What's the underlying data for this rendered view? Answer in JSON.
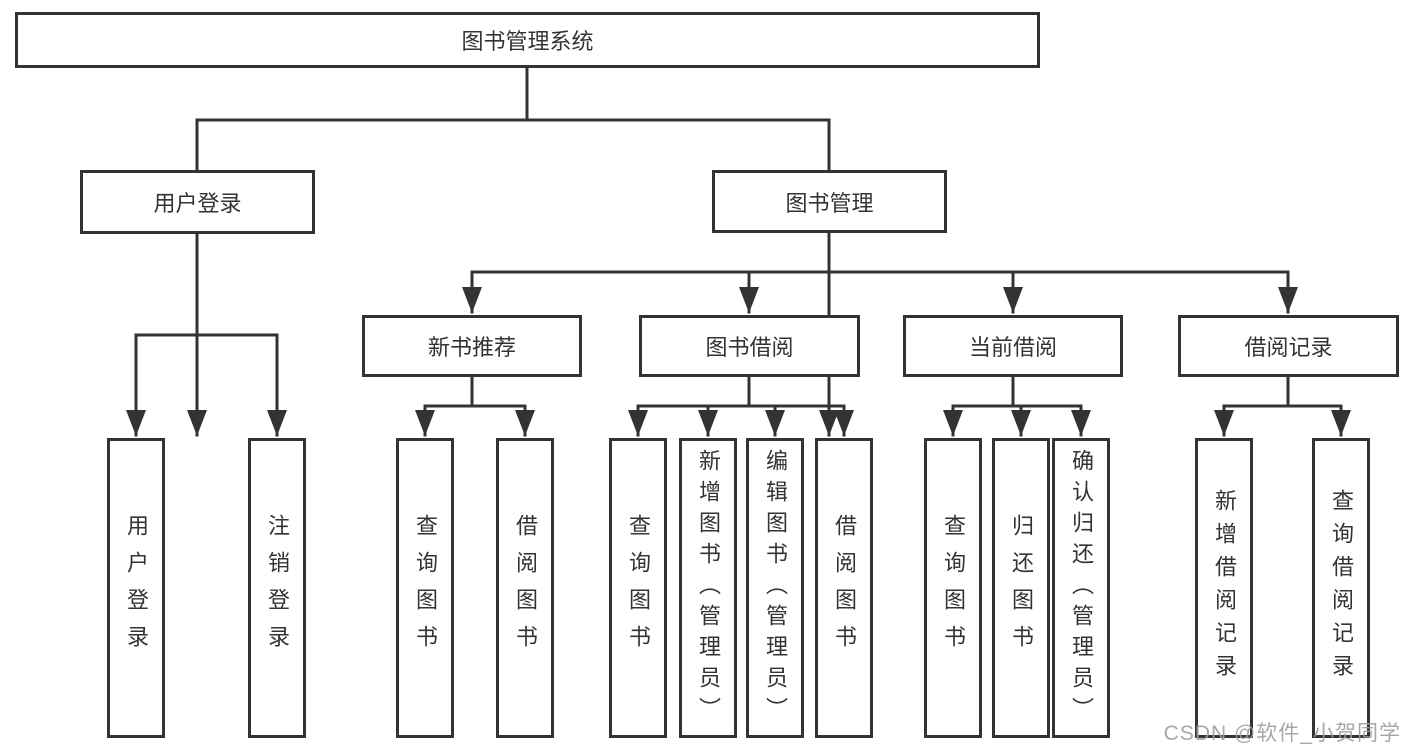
{
  "tree": {
    "label": "图书管理系统",
    "children": [
      {
        "label": "用户登录",
        "children": [
          {
            "label": "用户登录"
          },
          {
            "label": "注销登录"
          }
        ]
      },
      {
        "label": "图书管理",
        "children": [
          {
            "label": "新书推荐",
            "children": [
              {
                "label": "查询图书"
              },
              {
                "label": "借阅图书"
              }
            ]
          },
          {
            "label": "图书借阅",
            "children": [
              {
                "label": "查询图书"
              },
              {
                "label": "新增图书（管理员）"
              },
              {
                "label": "编辑图书（管理员）"
              },
              {
                "label": "借阅图书"
              }
            ]
          },
          {
            "label": "当前借阅",
            "children": [
              {
                "label": "查询图书"
              },
              {
                "label": "归还图书"
              },
              {
                "label": "确认归还（管理员）"
              }
            ]
          },
          {
            "label": "借阅记录",
            "children": [
              {
                "label": "新增借阅记录"
              },
              {
                "label": "查询借阅记录"
              }
            ]
          }
        ]
      }
    ]
  },
  "watermark": {
    "text": "CSDN @软件_小贺同学"
  },
  "colors": {
    "line": "#333333",
    "text": "#333333",
    "watermark": "#9e9e9e",
    "background": "#ffffff"
  }
}
